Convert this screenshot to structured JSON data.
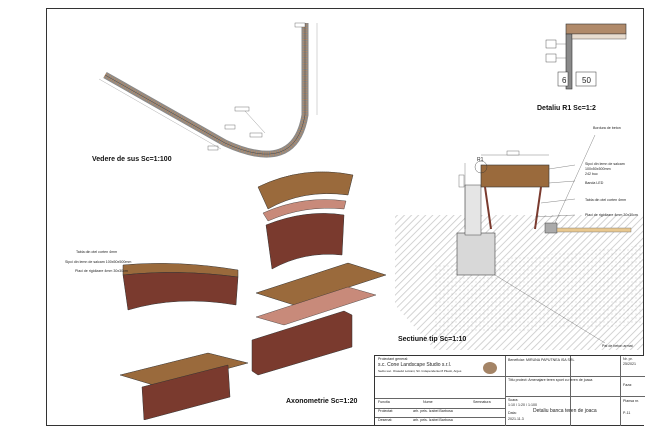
{
  "views": {
    "top": "Vedere de sus Sc=1:100",
    "detail": "Detaliu R1 Sc=1:2",
    "section": "Sectiune tip Sc=1:10",
    "axon": "Axonometrie Sc=1:20"
  },
  "detail_dims": {
    "d1": "6",
    "d2": "50"
  },
  "annotations_section": {
    "bordura": "Bordura de beton",
    "sipci": "Sipci din lemn de salcam",
    "sipci_dim": "100x50x500mm",
    "sipci_buc": "242 buc",
    "banda": "Banda LED",
    "tabla": "Tabla din otel corten 4mm",
    "placi": "Placi de rigidizare 4mm 30x30cm",
    "pat": "Pat de beton armat",
    "r1": "R1"
  },
  "annotations_axon": {
    "tabla": "Tabla din otel corten 4mm",
    "sipci": "Sipci din lemn de salcam 100x50x500mm",
    "placi": "Placi de rigidizare 4mm 30x30cm"
  },
  "title_block": {
    "proiectant_label": "Proiectant general:",
    "firm": "s.c. Cone Landscape Studio s.r.l.",
    "address": "Sediu soc. Oraselul Lotcani, Str. Independentei 8 Pitesti, Arges",
    "beneficiar": "Beneficiar: MIRUNA PAPUTNEA ISA SRL",
    "project_desc": "Titlu proiect: Amenajare teren sport cu teren de joaca",
    "sheet_title": "Detaliu banca teren de joaca",
    "role_col": "Functia",
    "name_col": "Nume",
    "sign_col": "Semnatura",
    "scale_label": "Scara:",
    "scale_val": "1:10 / 1:20 / 1:100",
    "date_label": "Data:",
    "date_val": "2021.11.3",
    "phase_label": "Faza:",
    "sheet_label": "Plansa nr.",
    "sheet_num": "P-11",
    "proj_label": "Nr. pr.",
    "proj_num": "25/2021",
    "row1_role": "Proiectat:",
    "row1_name": "arh. peis. Izabel Barbosa",
    "row2_role": "Desenat:",
    "row2_name": "arh. peis. Izabel Barbosa"
  },
  "colors": {
    "wood": "#9a6a3c",
    "steel": "#7a3a2e",
    "concrete": "#c9c9c9",
    "line": "#444444"
  }
}
